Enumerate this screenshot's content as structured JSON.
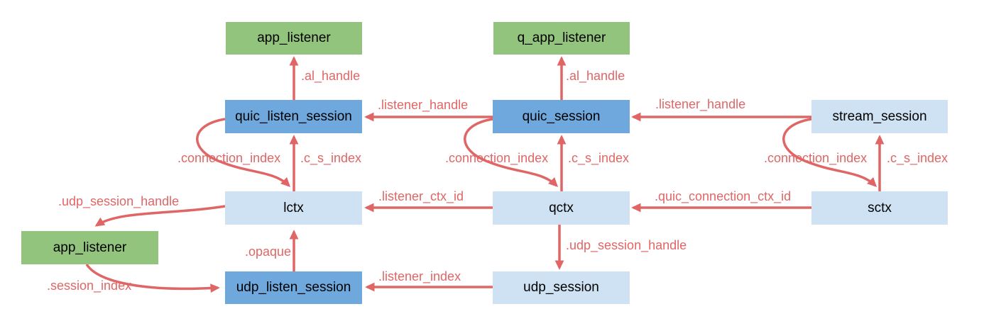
{
  "diagram": {
    "title": "QUIC session/context relationship diagram",
    "colors": {
      "green": "#93c47d",
      "blue": "#6fa8dc",
      "light_blue": "#cfe2f3",
      "arrow": "#e06666",
      "node_text": "#000000",
      "background": "#ffffff"
    },
    "nodes": [
      {
        "id": "app_listener",
        "label": "app_listener",
        "color": "green"
      },
      {
        "id": "q_app_listener",
        "label": "q_app_listener",
        "color": "green"
      },
      {
        "id": "quic_listen_session",
        "label": "quic_listen_session",
        "color": "blue"
      },
      {
        "id": "quic_session",
        "label": "quic_session",
        "color": "blue"
      },
      {
        "id": "stream_session",
        "label": "stream_session",
        "color": "light_blue"
      },
      {
        "id": "lctx",
        "label": "lctx",
        "color": "light_blue"
      },
      {
        "id": "qctx",
        "label": "qctx",
        "color": "light_blue"
      },
      {
        "id": "sctx",
        "label": "sctx",
        "color": "light_blue"
      },
      {
        "id": "app_listener_2",
        "label": "app_listener",
        "color": "green"
      },
      {
        "id": "udp_listen_session",
        "label": "udp_listen_session",
        "color": "blue"
      },
      {
        "id": "udp_session",
        "label": "udp_session",
        "color": "light_blue"
      }
    ],
    "edges": [
      {
        "label": ".al_handle",
        "from": "quic_listen_session",
        "to": "app_listener"
      },
      {
        "label": ".al_handle",
        "from": "quic_session",
        "to": "q_app_listener"
      },
      {
        "label": ".listener_handle",
        "from": "quic_session",
        "to": "quic_listen_session"
      },
      {
        "label": ".listener_handle",
        "from": "stream_session",
        "to": "quic_session"
      },
      {
        "label": ".connection_index",
        "from": "quic_listen_session",
        "to": "lctx"
      },
      {
        "label": ".c_s_index",
        "from": "lctx",
        "to": "quic_listen_session"
      },
      {
        "label": ".connection_index",
        "from": "quic_session",
        "to": "qctx"
      },
      {
        "label": ".c_s_index",
        "from": "qctx",
        "to": "quic_session"
      },
      {
        "label": ".connection_index",
        "from": "stream_session",
        "to": "sctx"
      },
      {
        "label": ".c_s_index",
        "from": "sctx",
        "to": "stream_session"
      },
      {
        "label": ".listener_ctx_id",
        "from": "qctx",
        "to": "lctx"
      },
      {
        "label": ".quic_connection_ctx_id",
        "from": "sctx",
        "to": "qctx"
      },
      {
        "label": ".udp_session_handle",
        "from": "lctx",
        "to": "app_listener_2"
      },
      {
        "label": ".session_index",
        "from": "app_listener_2",
        "to": "udp_listen_session"
      },
      {
        "label": ".opaque",
        "from": "udp_listen_session",
        "to": "lctx"
      },
      {
        "label": ".udp_session_handle",
        "from": "qctx",
        "to": "udp_session"
      },
      {
        "label": ".listener_index",
        "from": "udp_session",
        "to": "udp_listen_session"
      }
    ]
  }
}
